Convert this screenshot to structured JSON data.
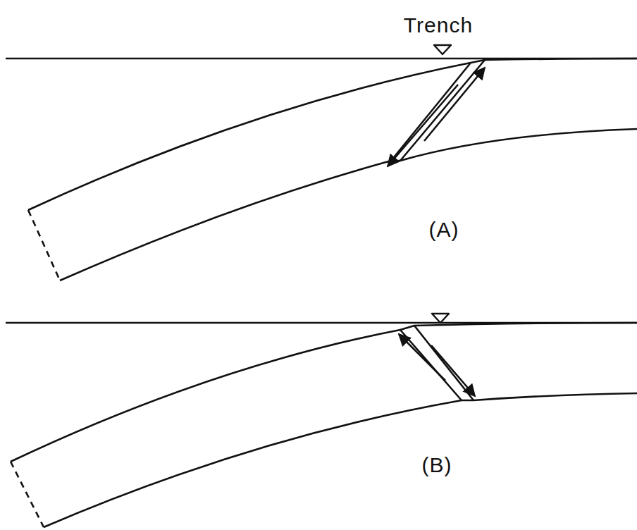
{
  "diagram": {
    "labels": [
      "Trench",
      "(A)",
      "(B)"
    ]
  }
}
